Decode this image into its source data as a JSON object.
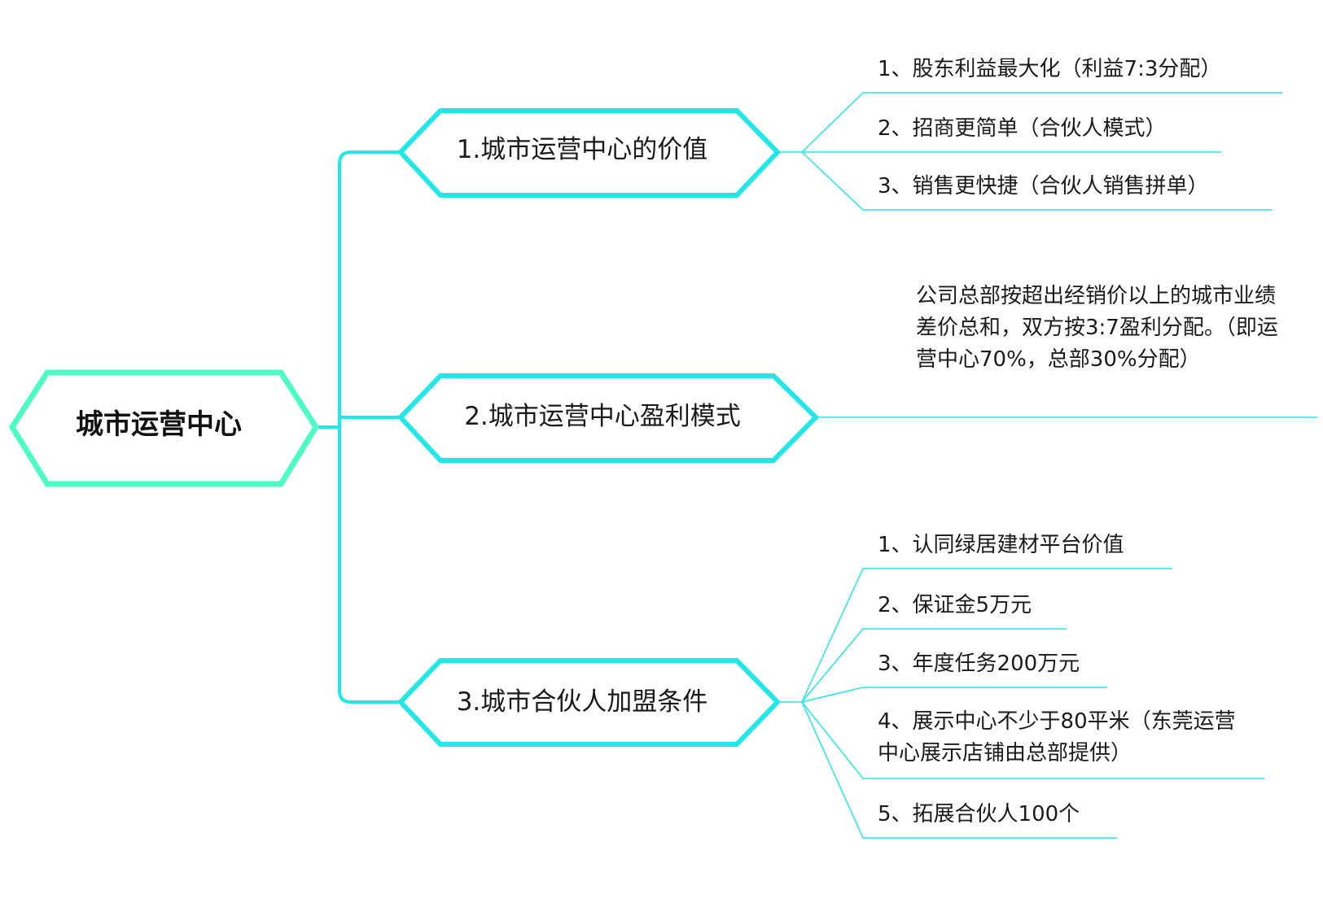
{
  "root": {
    "label": "城市运营中心"
  },
  "branches": [
    {
      "label": "1.城市运营中心的价值",
      "leaves": [
        "1、股东利益最大化（利益7:3分配）",
        "2、招商更简单（合伙人模式）",
        "3、销售更快捷（合伙人销售拼单）"
      ]
    },
    {
      "label": "2.城市运营中心盈利模式",
      "leaves": [
        "公司总部按超出经销价以上的城市业绩差价总和，双方按3:7盈利分配。（即运营中心70%，总部30%分配）"
      ]
    },
    {
      "label": "3.城市合伙人加盟条件",
      "leaves": [
        "1、认同绿居建材平台价值",
        "2、保证金5万元",
        "3、年度任务200万元",
        "4、展示中心不少于80平米（东莞运营中心展示店铺由总部提供）",
        "5、拓展合伙人100个"
      ]
    }
  ],
  "colors": {
    "root_border": "#4dfbc4",
    "branch_border": "#22e7e7",
    "connector": "#22e7e7",
    "text": "#1a1a1a"
  }
}
